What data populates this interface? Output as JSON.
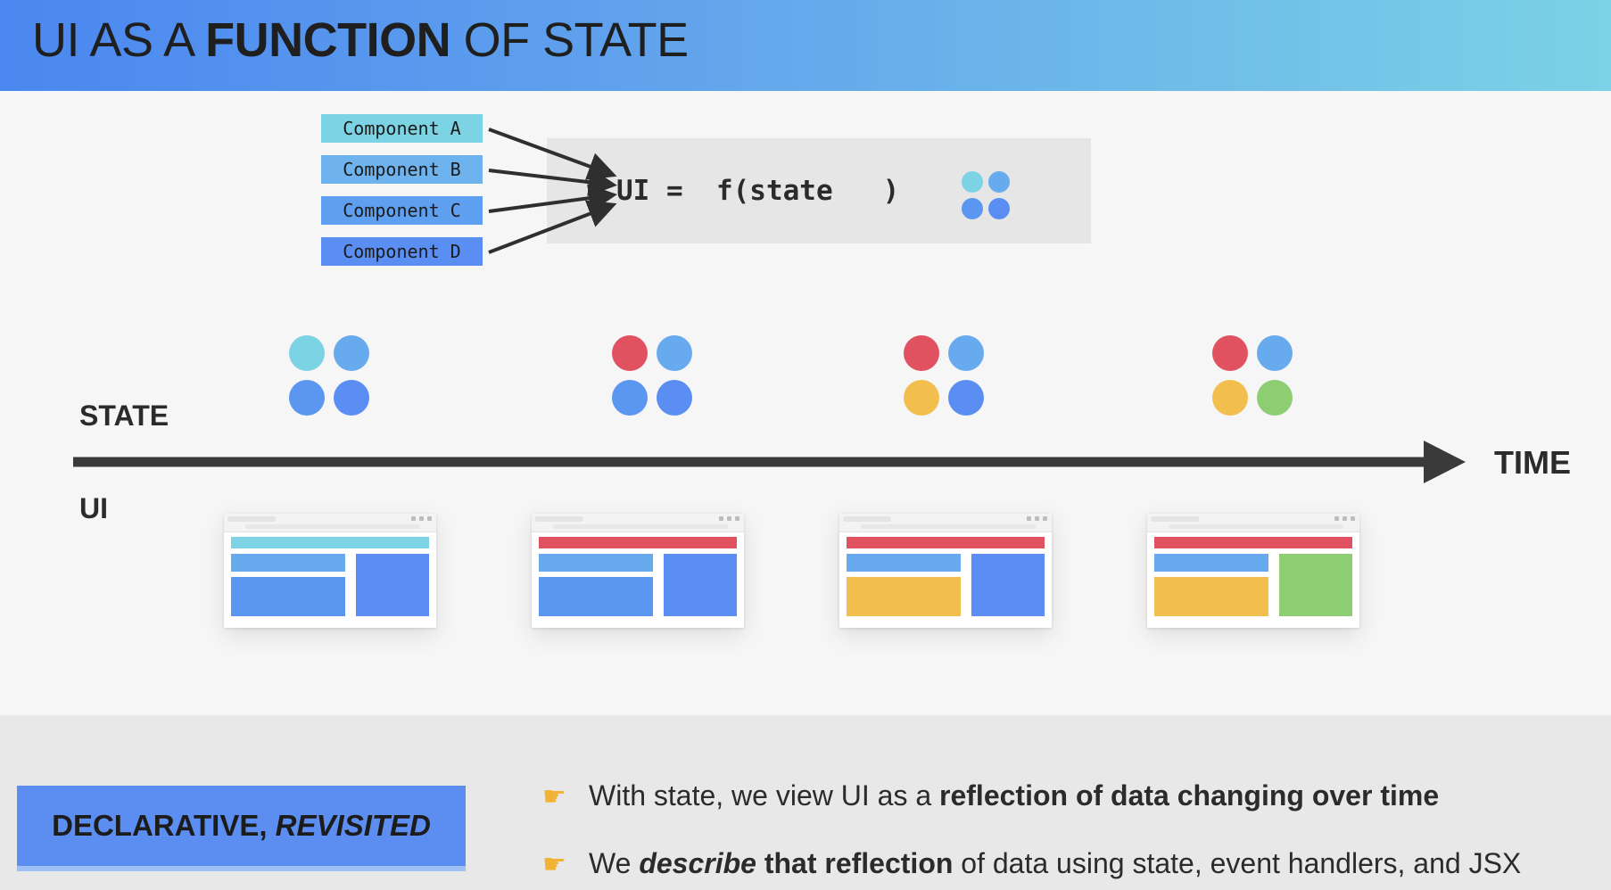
{
  "header": {
    "title_part1": "UI AS A ",
    "title_bold": "FUNCTION",
    "title_part2": " OF STATE",
    "gradient_colors": [
      "#4a87f0",
      "#7bd2e6"
    ]
  },
  "components": [
    {
      "label": "Component A",
      "color": "#7bd3e3"
    },
    {
      "label": "Component B",
      "color": "#6eb3ee"
    },
    {
      "label": "Component C",
      "color": "#5f9ff0"
    },
    {
      "label": "Component D",
      "color": "#5a8ef2"
    }
  ],
  "formula": {
    "text": "UI =  f(state   )",
    "state_dots": [
      "#7bd3e3",
      "#68aaee",
      "#5b97f0",
      "#5a8ef2"
    ]
  },
  "axis": {
    "state_label": "STATE",
    "ui_label": "UI",
    "time_label": "TIME"
  },
  "timeline": [
    {
      "dots": [
        "#7bd3e3",
        "#68aaee",
        "#5b97f0",
        "#5a8ef2"
      ],
      "window": {
        "header": "#7bd3e3",
        "top_left": "#68aaee",
        "bottom_left": "#5b97f0",
        "right": "#5a8ef2"
      }
    },
    {
      "dots": [
        "#e05260",
        "#68aaee",
        "#5b97f0",
        "#5a8ef2"
      ],
      "window": {
        "header": "#e05260",
        "top_left": "#68aaee",
        "bottom_left": "#5b97f0",
        "right": "#5a8ef2"
      }
    },
    {
      "dots": [
        "#e05260",
        "#68aaee",
        "#f2bf4e",
        "#5a8ef2"
      ],
      "window": {
        "header": "#e05260",
        "top_left": "#68aaee",
        "bottom_left": "#f2bf4e",
        "right": "#5a8ef2"
      }
    },
    {
      "dots": [
        "#e05260",
        "#68aaee",
        "#f2bf4e",
        "#8dce72"
      ],
      "window": {
        "header": "#e05260",
        "top_left": "#68aaee",
        "bottom_left": "#f2bf4e",
        "right": "#8dce72"
      }
    }
  ],
  "footer": {
    "section_label_normal": "DECLARATIVE, ",
    "section_label_italic": "REVISITED",
    "bullet_icon": "pointing-hand-icon",
    "bullets": [
      {
        "p1": "With state, we view UI as a ",
        "b1": "reflection of data changing over time"
      },
      {
        "p1": "We ",
        "bi": "describe",
        "b1": " that reflection",
        "p2": " of data using state, event handlers, and JSX"
      }
    ]
  }
}
